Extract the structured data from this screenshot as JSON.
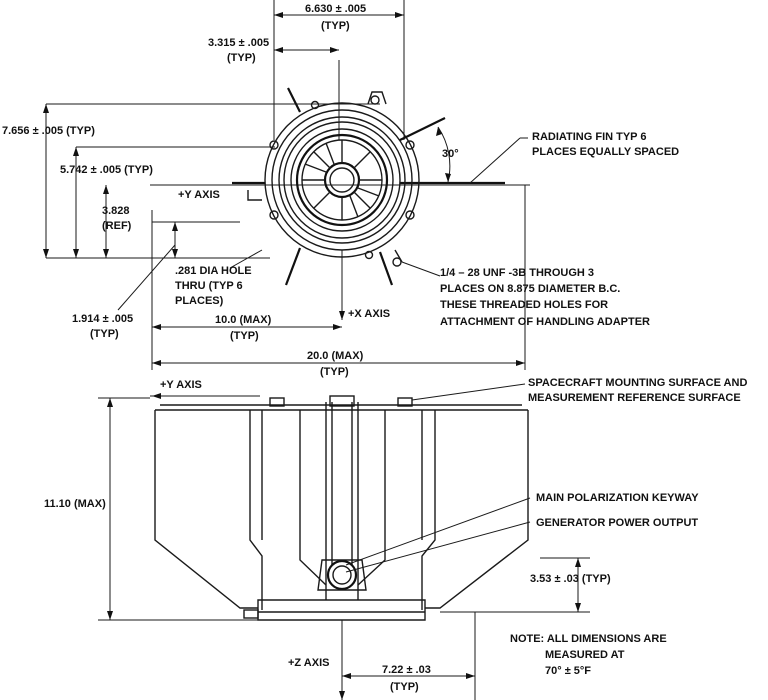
{
  "top_view": {
    "dim_6630": [
      "6.630 ± .005",
      "(TYP)"
    ],
    "dim_3315": [
      "3.315 ± .005",
      "(TYP)"
    ],
    "dim_7656": "7.656 ± .005 (TYP)",
    "dim_5742": "5.742 ± .005 (TYP)",
    "dim_3828": [
      "3.828",
      "(REF)"
    ],
    "y_axis": "+Y AXIS",
    "x_axis": "+X AXIS",
    "angle": "30°",
    "fin_note": [
      "RADIATING FIN TYP 6",
      "PLACES EQUALLY SPACED"
    ],
    "hole_note": [
      ".281 DIA HOLE",
      "THRU (TYP 6",
      "PLACES)"
    ],
    "thread_note": [
      "1/4 – 28 UNF -3B THROUGH 3",
      "PLACES ON 8.875 DIAMETER B.C.",
      "THESE THREADED HOLES FOR",
      "ATTACHMENT OF HANDLING ADAPTER"
    ],
    "dim_1914": [
      "1.914 ± .005",
      "(TYP)"
    ],
    "dim_10": [
      "10.0 (MAX)",
      "(TYP)"
    ],
    "dim_20": [
      "20.0 (MAX)",
      "(TYP)"
    ]
  },
  "side_view": {
    "y_axis": "+Y AXIS",
    "mounting_note": [
      "SPACECRAFT MOUNTING SURFACE AND",
      "MEASUREMENT REFERENCE SURFACE"
    ],
    "height": "11.10 (MAX)",
    "keyway": "MAIN POLARIZATION KEYWAY",
    "power": "GENERATOR POWER OUTPUT",
    "dim_353": "3.53 ± .03 (TYP)",
    "z_axis": "+Z AXIS",
    "dim_722": [
      "7.22 ± .03",
      "(TYP)"
    ],
    "note": [
      "NOTE: ALL DIMENSIONS ARE",
      "MEASURED AT",
      "70° ± 5°F"
    ]
  }
}
